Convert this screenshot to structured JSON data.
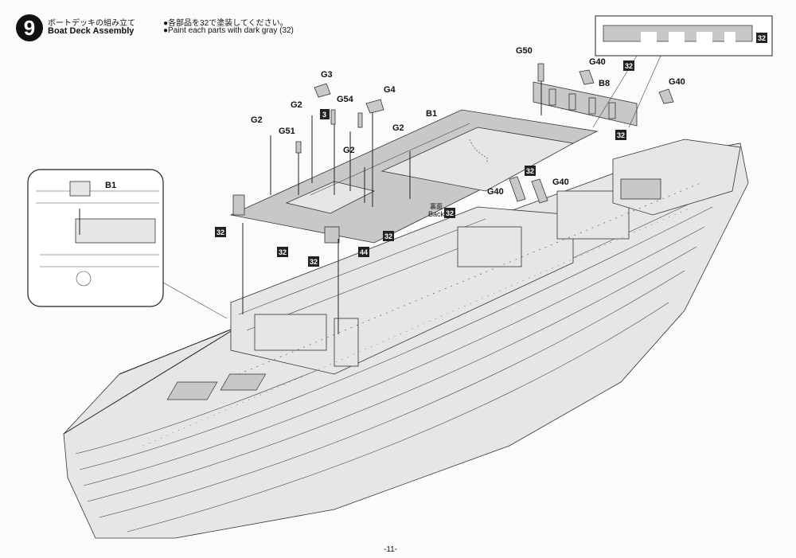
{
  "header": {
    "step_number": "9",
    "title_ja": "ボートデッキの組み立て",
    "title_en": "Boat Deck Assembly",
    "note1": "●各部品を32で塗装してください。",
    "note2": "●Paint each parts with dark gray (32)"
  },
  "parts": {
    "g3": "G3",
    "g2a": "G2",
    "g54": "G54",
    "g4": "G4",
    "b1": "B1",
    "g2b": "G2",
    "g51": "G51",
    "g2c": "G2",
    "g2d": "G2",
    "g50": "G50",
    "g40a": "G40",
    "b8": "B8",
    "g40b": "G40",
    "g40c": "G40",
    "g40d": "G40",
    "inset_b1": "B1"
  },
  "badges": {
    "b32_top": "32",
    "b32_inset": "32",
    "b32_b8": "32",
    "b32_g40": "32",
    "b32_left": "32",
    "b32_left2": "32",
    "b32_mid": "32",
    "b32_right": "32",
    "b32_back": "32",
    "b3": "3",
    "b44": "44"
  },
  "back_label": {
    "ja": "裏面",
    "en": "Back"
  },
  "page_number": "-11-"
}
